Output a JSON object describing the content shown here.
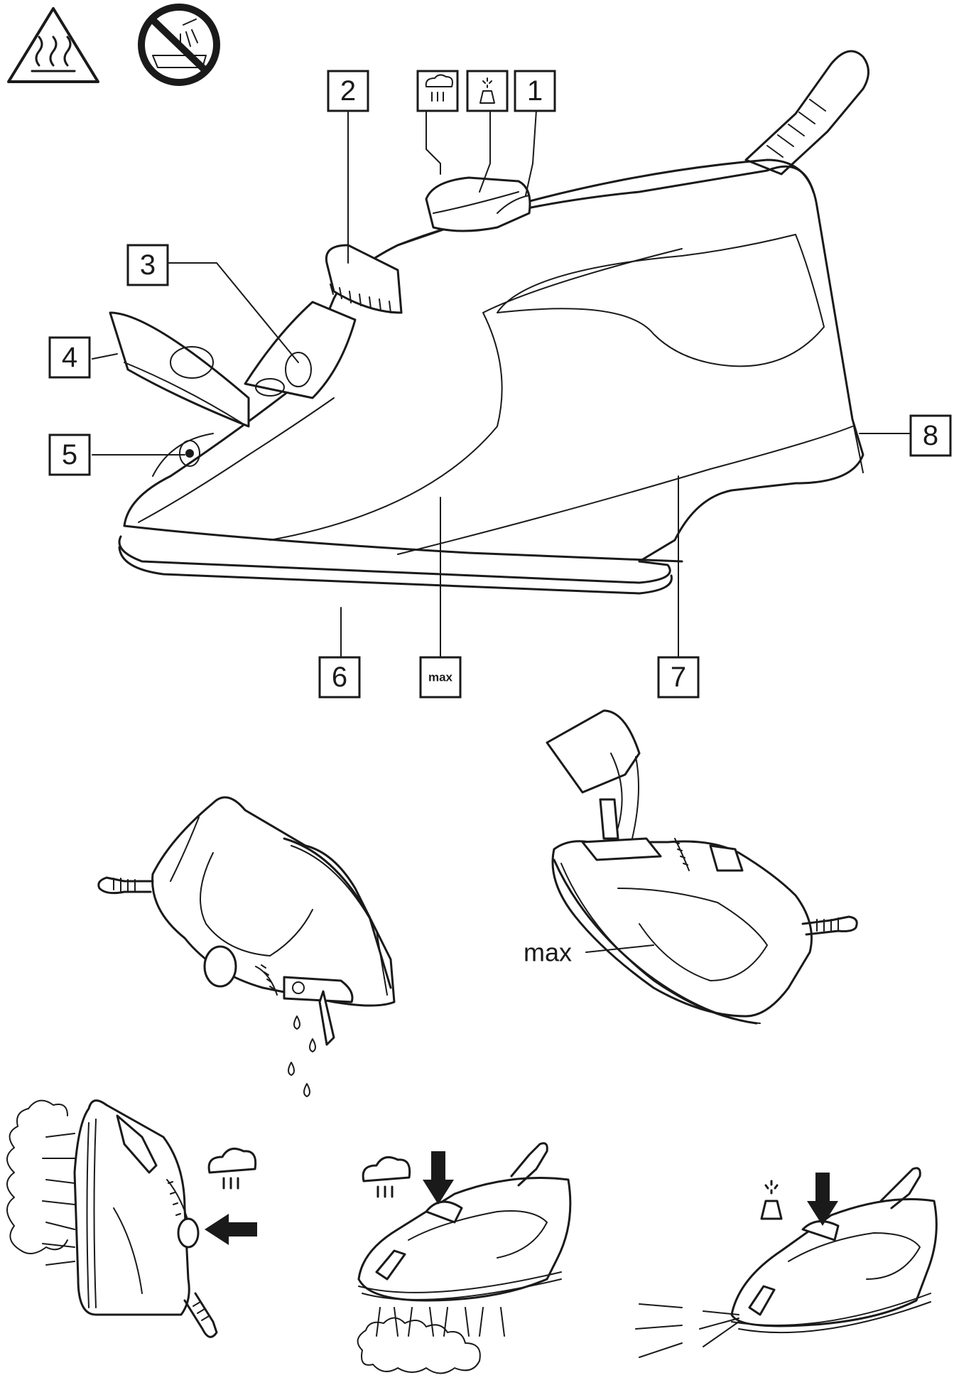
{
  "callouts": {
    "c1": "1",
    "c2": "2",
    "c3": "3",
    "c4": "4",
    "c5": "5",
    "c6": "6",
    "c7": "7",
    "c8": "8",
    "max_box": "max"
  },
  "fill_step": {
    "max_label": "max"
  },
  "icons": {
    "warning": "hot-surface-warning-icon",
    "no_bath": "no-bath-shower-icon",
    "steam": "steam-cloud-icon",
    "spray": "spray-icon"
  }
}
